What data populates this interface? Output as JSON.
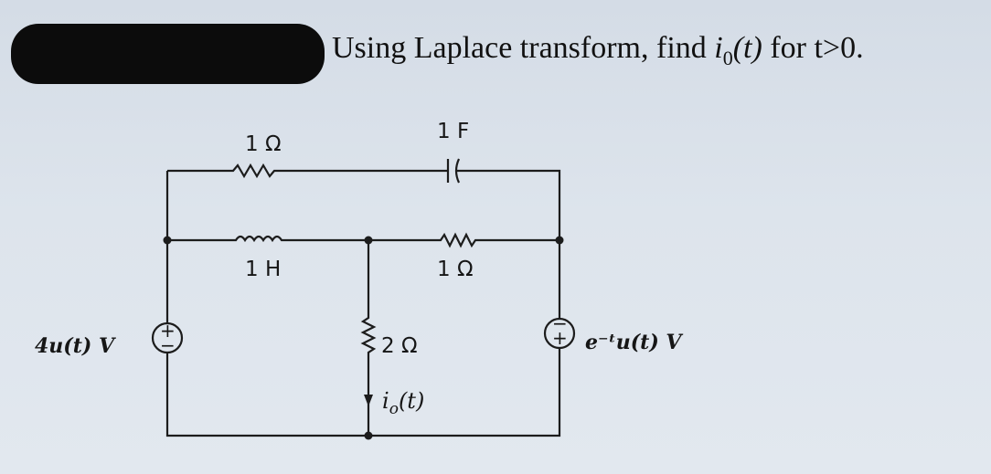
{
  "question": {
    "prefix": "Using Laplace transform, find ",
    "current_symbol": "i",
    "current_subscript": "0",
    "current_arg": "(t)",
    "suffix": " for t>0."
  },
  "circuit": {
    "resistor_top": "1 Ω",
    "capacitor": "1 F",
    "inductor": "1 H",
    "resistor_right": "1 Ω",
    "resistor_center": "2 Ω",
    "current_label": "i",
    "current_label_sub": "o",
    "current_label_arg": "(t)",
    "source_left": "4u(t) V",
    "source_right": "e⁻ᵗu(t) V",
    "plus": "+",
    "minus": "−"
  }
}
